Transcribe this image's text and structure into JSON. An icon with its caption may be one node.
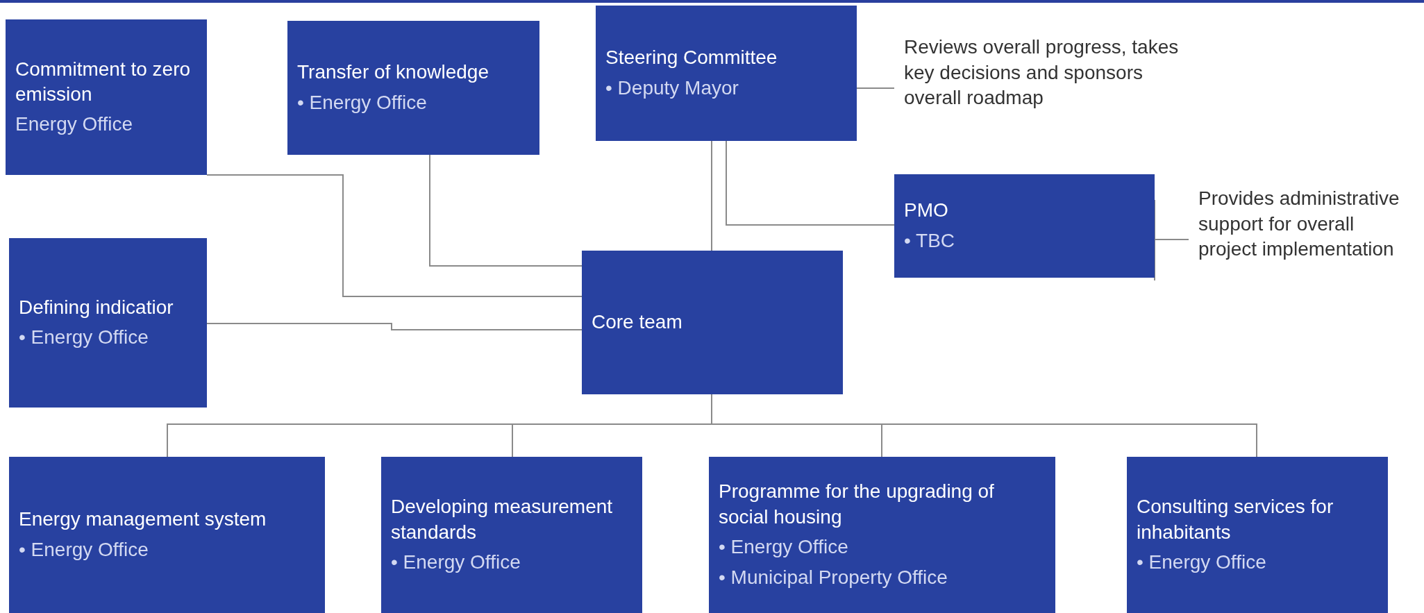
{
  "diagram": {
    "nodes": [
      {
        "text": [
          "Commitment to zero emission",
          "Energy Office"
        ]
      },
      {
        "text": [
          "Transfer of knowledge",
          "• Energy Office"
        ]
      },
      {
        "text": [
          "Steering Committee",
          "• Deputy Mayor"
        ]
      },
      {
        "text": [
          "Reviews overall progress, takes key decisions and sponsors overall roadmap"
        ]
      },
      {
        "text": [
          "PMO",
          "• TBC"
        ]
      },
      {
        "text": [
          "Provides administrative support for overall project implementation"
        ]
      },
      {
        "text": [
          "Defining indicatior",
          "• Energy Office"
        ]
      },
      {
        "text": [
          "Core team"
        ]
      },
      {
        "text": [
          "Energy management system",
          "• Energy Office"
        ]
      },
      {
        "text": [
          "Developing measurement standards",
          "• Energy Office"
        ]
      },
      {
        "text": [
          "Programme for the upgrading of social housing",
          "• Energy Office",
          "• Municipal Property Office"
        ]
      },
      {
        "text": [
          "Consulting services for inhabitants",
          "• Energy Office"
        ]
      }
    ],
    "edges": [
      {
        "from": 2,
        "to": 3,
        "arrow": "none"
      },
      {
        "from": 4,
        "to": 5,
        "arrow": "none"
      },
      {
        "from": 0,
        "to": 7,
        "arrow": "none"
      },
      {
        "from": 1,
        "to": 7,
        "arrow": "none"
      },
      {
        "from": 2,
        "to": 7,
        "arrow": "none"
      },
      {
        "from": 2,
        "to": 4,
        "arrow": "none"
      },
      {
        "from": 6,
        "to": 7,
        "arrow": "none"
      },
      {
        "from": 7,
        "to": 8,
        "arrow": "none"
      },
      {
        "from": 7,
        "to": 9,
        "arrow": "none"
      },
      {
        "from": 7,
        "to": 10,
        "arrow": "none"
      },
      {
        "from": 7,
        "to": 11,
        "arrow": "none"
      }
    ]
  }
}
